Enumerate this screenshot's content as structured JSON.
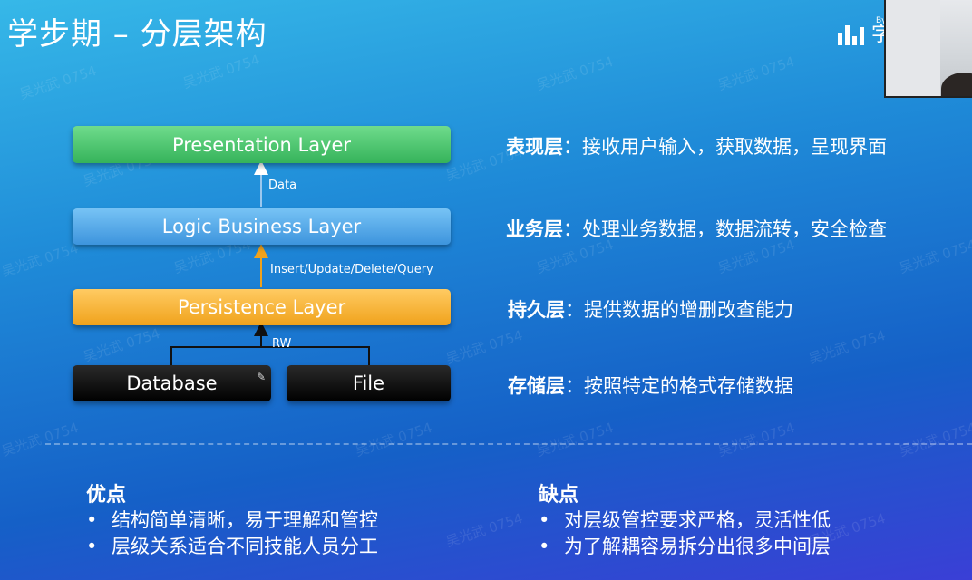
{
  "title": "学步期 – 分层架构",
  "logo": {
    "text": "字",
    "by": "By"
  },
  "watermark": "吴光武 0754",
  "layers": {
    "presentation": "Presentation Layer",
    "logic": "Logic Business Layer",
    "persistence": "Persistence Layer",
    "database": "Database",
    "file": "File"
  },
  "connectors": {
    "data": "Data",
    "crud": "Insert/Update/Delete/Query",
    "rw": "RW"
  },
  "descriptions": [
    {
      "term": "表现层",
      "text": "：接收用户输入，获取数据，呈现界面"
    },
    {
      "term": "业务层",
      "text": "：处理业务数据，数据流转，安全检查"
    },
    {
      "term": "持久层",
      "text": "：提供数据的增删改查能力"
    },
    {
      "term": "存储层",
      "text": "：按照特定的格式存储数据"
    }
  ],
  "pros": {
    "title": "优点",
    "items": [
      "结构简单清晰，易于理解和管控",
      "层级关系适合不同技能人员分工"
    ]
  },
  "cons": {
    "title": "缺点",
    "items": [
      "对层级管控要求严格，灵活性低",
      "为了解耦容易拆分出很多中间层"
    ]
  },
  "bullet_symbol": "•",
  "colors": {
    "presentation": "#35b35a",
    "logic": "#3d94dd",
    "persistence": "#f0a21c",
    "storage": "#000000"
  }
}
